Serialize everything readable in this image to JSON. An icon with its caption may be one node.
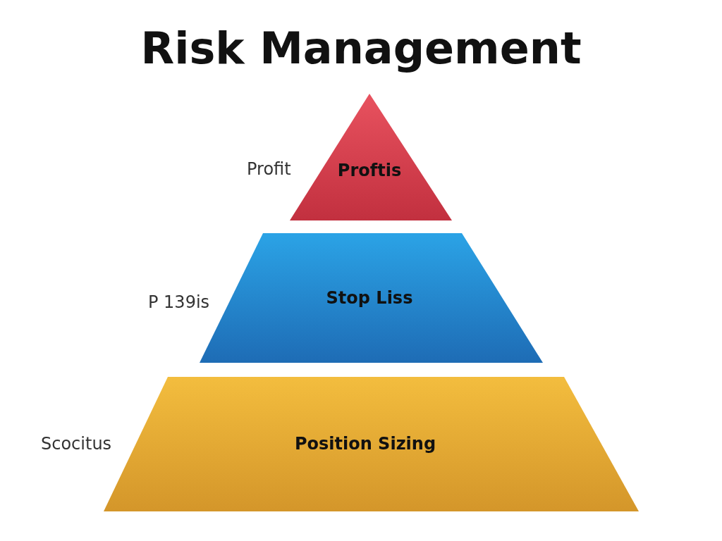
{
  "diagram": {
    "title": "Risk Management",
    "nodes": [
      {
        "text": [
          "Proftis"
        ],
        "beside": [
          "Profit"
        ]
      },
      {
        "text": [
          "Stop Liss"
        ],
        "beside": [
          "P 139is"
        ]
      },
      {
        "text": [
          "Position Sizing"
        ],
        "beside": [
          "Scocitus"
        ]
      }
    ]
  }
}
